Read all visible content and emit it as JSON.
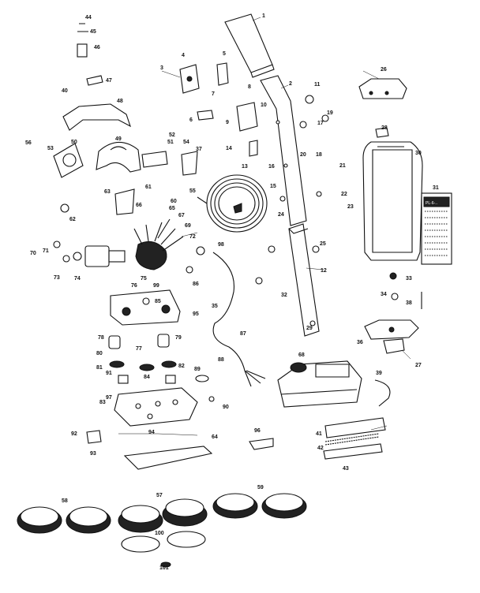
{
  "diagram": {
    "part_numbers": [
      "1",
      "2",
      "3",
      "4",
      "5",
      "6",
      "7",
      "8",
      "9",
      "10",
      "11",
      "12",
      "13",
      "14",
      "15",
      "16",
      "17",
      "18",
      "19",
      "20",
      "21",
      "22",
      "23",
      "24",
      "25",
      "26",
      "27",
      "28",
      "29",
      "30",
      "31",
      "32",
      "33",
      "34",
      "35",
      "36",
      "37",
      "38",
      "39",
      "40",
      "41",
      "42",
      "43",
      "44",
      "45",
      "46",
      "47",
      "48",
      "49",
      "50",
      "51",
      "52",
      "53",
      "54",
      "55",
      "56",
      "57",
      "58",
      "59",
      "60",
      "61",
      "62",
      "63",
      "64",
      "65",
      "66",
      "67",
      "68",
      "69",
      "70",
      "71",
      "72",
      "73",
      "74",
      "75",
      "76",
      "77",
      "78",
      "79",
      "80",
      "81",
      "82",
      "83",
      "84",
      "85",
      "86",
      "87",
      "88",
      "89",
      "90",
      "91",
      "92",
      "93",
      "94",
      "95",
      "96",
      "97",
      "98",
      "99",
      "100",
      "101"
    ],
    "label_sheet_text": "PL-6-.."
  }
}
